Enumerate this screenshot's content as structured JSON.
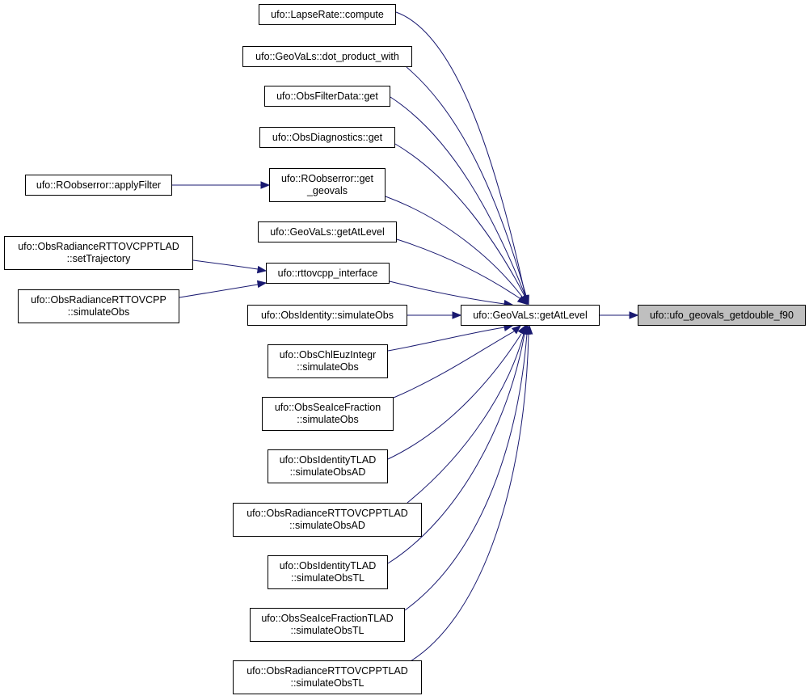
{
  "graph": {
    "colors": {
      "edge": "#191970",
      "node_border": "#000000",
      "node_fill": "#ffffff",
      "highlight_fill": "#bfbfbf"
    },
    "nodes": [
      {
        "id": "ufo_geovals_getdouble_f90",
        "label": "ufo::ufo_geovals_getdouble_f90",
        "highlight": true
      },
      {
        "id": "geovals_getatlevel_main",
        "label": "ufo::GeoVaLs::getAtLevel"
      },
      {
        "id": "lapserate_compute",
        "label": "ufo::LapseRate::compute"
      },
      {
        "id": "geovals_dot_product_with",
        "label": "ufo::GeoVaLs::dot_product_with"
      },
      {
        "id": "obsfilterdata_get",
        "label": "ufo::ObsFilterData::get"
      },
      {
        "id": "obsdiagnostics_get",
        "label": "ufo::ObsDiagnostics::get"
      },
      {
        "id": "roobserror_get_geovals",
        "label": "ufo::ROobserror::get\n_geovals"
      },
      {
        "id": "roobserror_applyfilter",
        "label": "ufo::ROobserror::applyFilter"
      },
      {
        "id": "geovals_getatlevel_2",
        "label": "ufo::GeoVaLs::getAtLevel"
      },
      {
        "id": "rttovcpp_interface",
        "label": "ufo::rttovcpp_interface"
      },
      {
        "id": "obsradiance_tlad_settrajectory",
        "label": "ufo::ObsRadianceRTTOVCPPTLAD\n::setTrajectory"
      },
      {
        "id": "obsradiance_simulateobs",
        "label": "ufo::ObsRadianceRTTOVCPP\n::simulateObs"
      },
      {
        "id": "obsidentity_simulateobs",
        "label": "ufo::ObsIdentity::simulateObs"
      },
      {
        "id": "obschleuzintegr_simulateobs",
        "label": "ufo::ObsChlEuzIntegr\n::simulateObs"
      },
      {
        "id": "obsseaicefraction_simulateobs",
        "label": "ufo::ObsSeaIceFraction\n::simulateObs"
      },
      {
        "id": "obsidentitytlad_simulateobsad",
        "label": "ufo::ObsIdentityTLAD\n::simulateObsAD"
      },
      {
        "id": "obsradiancetlad_simulateobsad",
        "label": "ufo::ObsRadianceRTTOVCPPTLAD\n::simulateObsAD"
      },
      {
        "id": "obsidentitytlad_simulateobstl",
        "label": "ufo::ObsIdentityTLAD\n::simulateObsTL"
      },
      {
        "id": "obsseaicefractiontlad_simulateobstl",
        "label": "ufo::ObsSeaIceFractionTLAD\n::simulateObsTL"
      },
      {
        "id": "obsradiancetlad_simulateobstl",
        "label": "ufo::ObsRadianceRTTOVCPPTLAD\n::simulateObsTL"
      }
    ]
  }
}
